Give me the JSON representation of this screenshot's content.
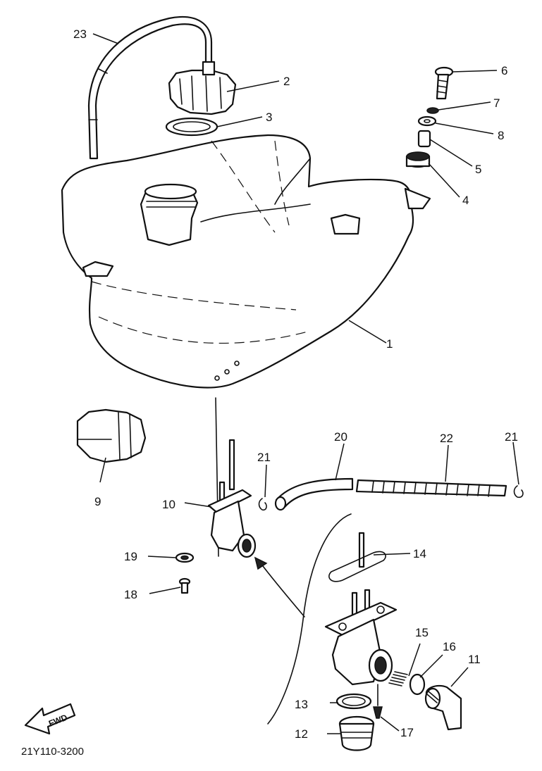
{
  "diagram": {
    "callouts": {
      "c1": "1",
      "c2": "2",
      "c3": "3",
      "c4": "4",
      "c5": "5",
      "c6": "6",
      "c7": "7",
      "c8": "8",
      "c9": "9",
      "c10": "10",
      "c11": "11",
      "c12": "12",
      "c13": "13",
      "c14": "14",
      "c15": "15",
      "c16": "16",
      "c17": "17",
      "c18": "18",
      "c19": "19",
      "c20": "20",
      "c21a": "21",
      "c21b": "21",
      "c22": "22",
      "c23": "23"
    },
    "fwd_label": "FWD",
    "diagram_code": "21Y110-3200"
  }
}
